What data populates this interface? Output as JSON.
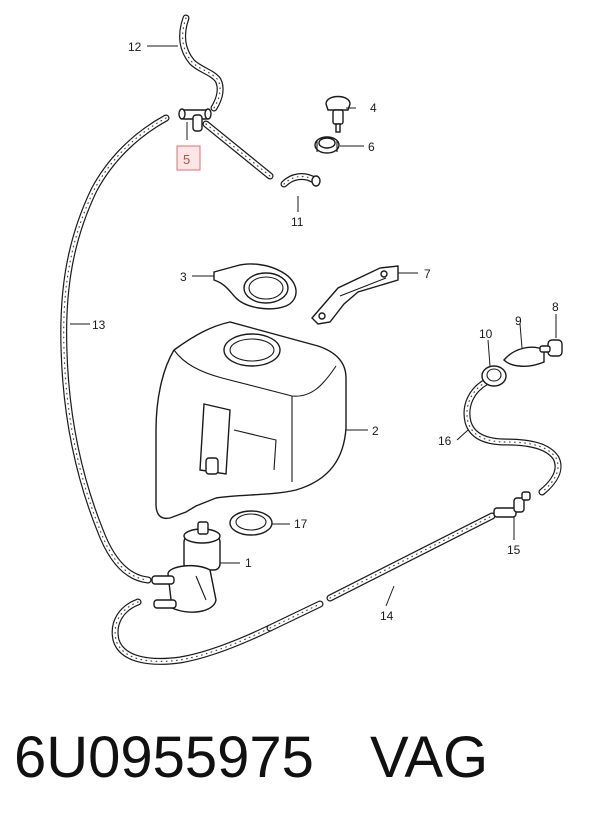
{
  "diagram": {
    "callouts": {
      "c1": "1",
      "c2": "2",
      "c3": "3",
      "c4": "4",
      "c5": "5",
      "c6": "6",
      "c7": "7",
      "c8": "8",
      "c9": "9",
      "c10": "10",
      "c11": "11",
      "c12": "12",
      "c13": "13",
      "c14": "14",
      "c15": "15",
      "c16": "16",
      "c17": "17"
    },
    "highlighted_callout": "5",
    "highlight_color": "#e07070"
  },
  "footer": {
    "part_number": "6U0955975",
    "brand": "VAG"
  }
}
